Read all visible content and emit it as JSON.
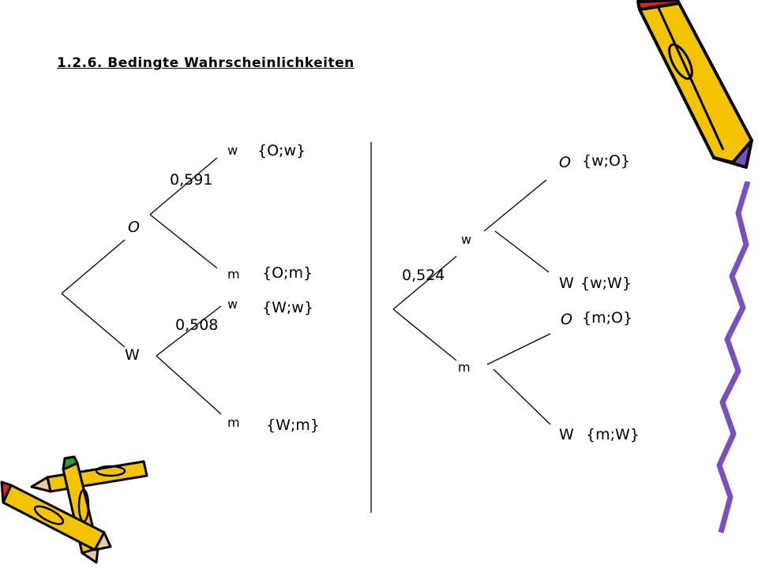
{
  "title": "1.2.6. Bedingte Wahrscheinlichkeiten",
  "left_tree": {
    "node_O": "O",
    "node_W": "W",
    "branch_O_w": "w",
    "branch_O_m": "m",
    "branch_W_w": "w",
    "branch_W_m": "m",
    "prob_O_w": "0,591",
    "prob_W_w": "0,508",
    "out_Ow": "{O;w}",
    "out_Om": "{O;m}",
    "out_Ww": "{W;w}",
    "out_Wm": "{W;m}"
  },
  "right_tree": {
    "node_w": "w",
    "node_m": "m",
    "prob_w": "0,524",
    "branch_w_O": "O",
    "branch_w_W": "W",
    "branch_m_O": "O",
    "branch_m_W": "W",
    "out_wO": "{w;O}",
    "out_wW": "{w;W}",
    "out_mO": "{m;O}",
    "out_mW": "{m;W}"
  },
  "clipart": {
    "pencil_color": "#f5c400",
    "tip_color": "#7a4fc0",
    "eraser_color": "#e02020"
  }
}
